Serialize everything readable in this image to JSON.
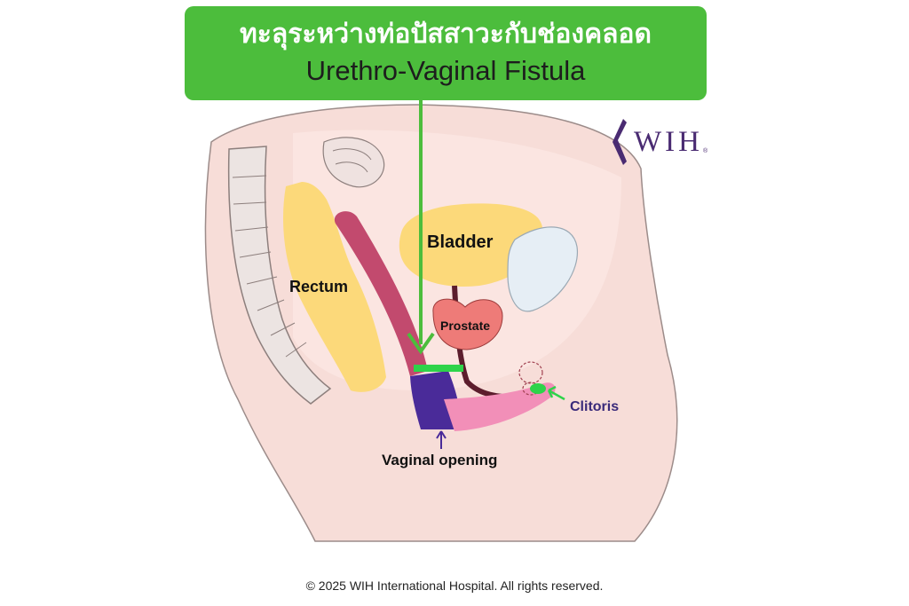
{
  "title": {
    "thai": "ทะลุระหว่างท่อปัสสาวะกับช่องคลอด",
    "english": "Urethro-Vaginal Fistula"
  },
  "labels": {
    "bladder": "Bladder",
    "rectum": "Rectum",
    "prostate": "Prostate",
    "clitoris": "Clitoris",
    "vaginal_opening": "Vaginal opening"
  },
  "logo": {
    "text": "WIH",
    "registered": "®"
  },
  "copyright": "© 2025 WIH International Hospital. All rights reserved.",
  "colors": {
    "accent_green": "#4cbd3c",
    "logo_purple": "#4a2b72",
    "vagina_purple": "#4a2b99",
    "rectum_maroon": "#c24a6e",
    "organ_yellow": "#fcd97a",
    "prostate_coral": "#ee7b78",
    "skin": "#f7ddd8"
  }
}
